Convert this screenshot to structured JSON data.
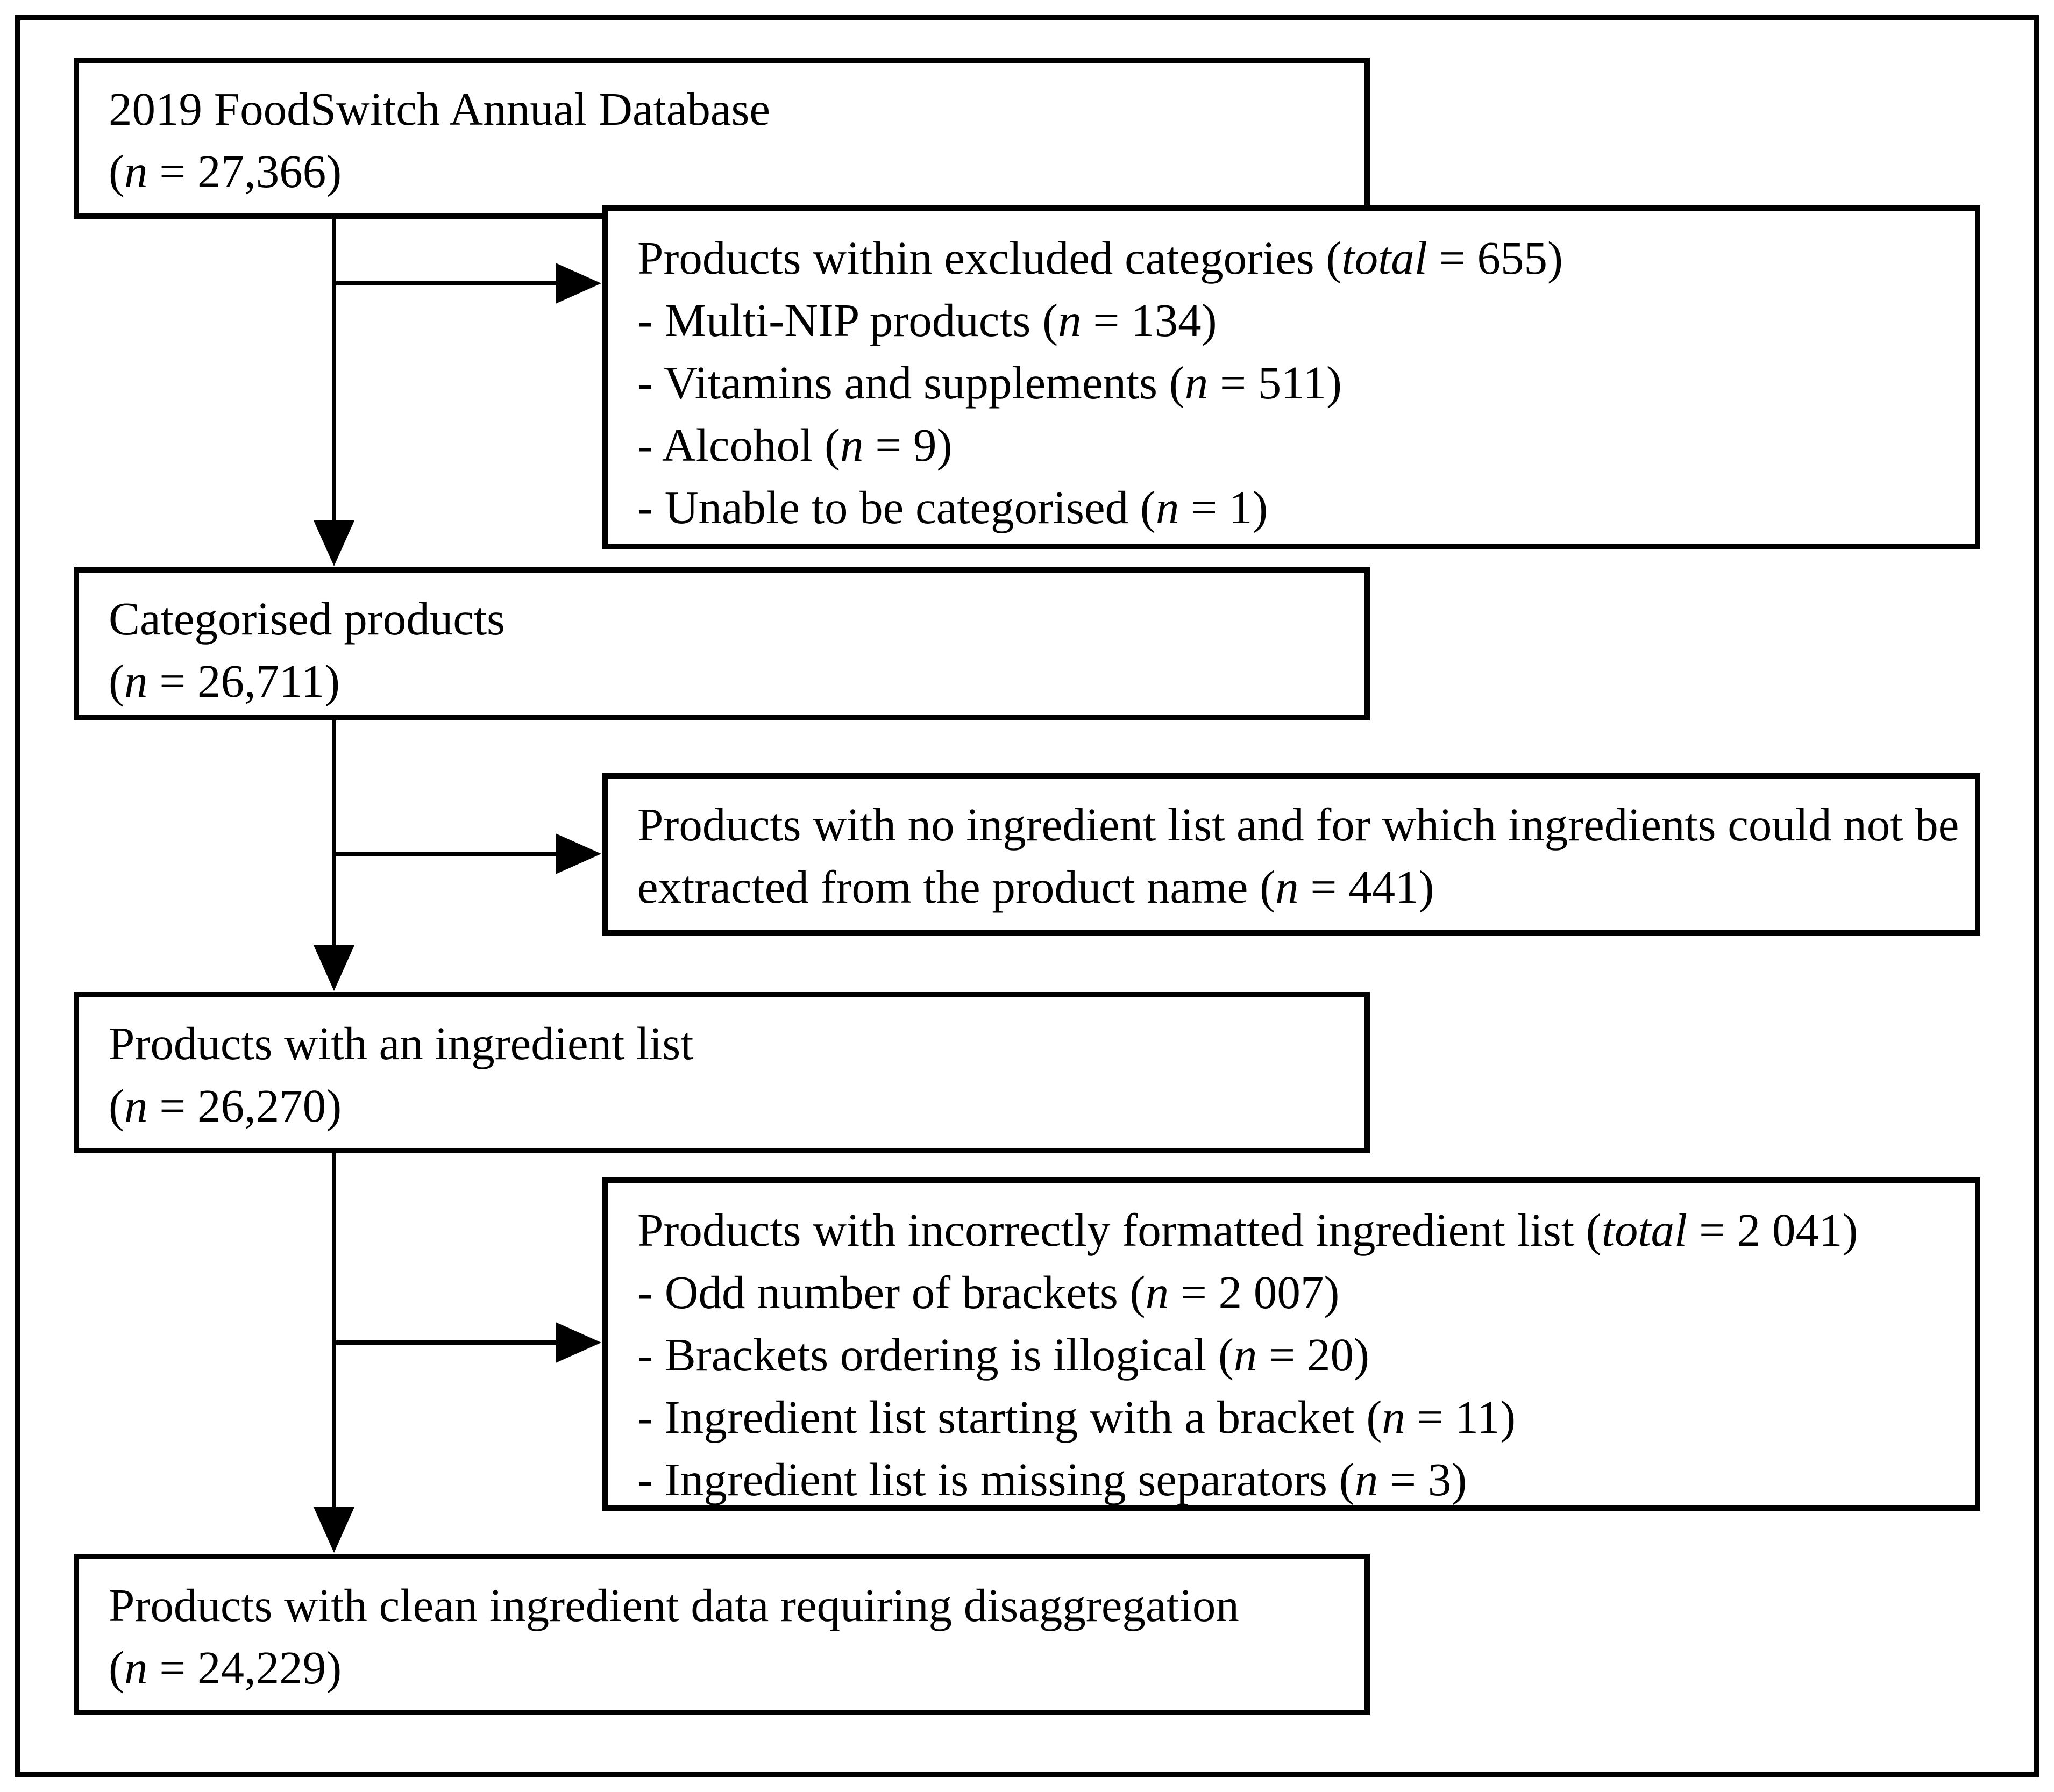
{
  "colors": {
    "line": "#000000",
    "background": "#ffffff"
  },
  "boxes": {
    "database": {
      "lines": [
        {
          "pre": "2019 FoodSwitch Annual Database"
        },
        {
          "pre": "(",
          "var": "n",
          "post": " = 27,366)"
        }
      ]
    },
    "excluded_categories": {
      "lines": [
        {
          "pre": "Products within excluded categories (",
          "var": "total",
          "post": " = 655)"
        },
        {
          "pre": "- Multi-NIP products (",
          "var": "n",
          "post": " = 134)"
        },
        {
          "pre": "- Vitamins and supplements (",
          "var": "n",
          "post": " = 511)"
        },
        {
          "pre": "- Alcohol (",
          "var": "n",
          "post": " = 9)"
        },
        {
          "pre": "- Unable to be categorised (",
          "var": "n",
          "post": " = 1)"
        }
      ]
    },
    "categorised": {
      "lines": [
        {
          "pre": "Categorised products"
        },
        {
          "pre": "(",
          "var": "n",
          "post": " = 26,711)"
        }
      ]
    },
    "no_ingredient_list": {
      "lines": [
        {
          "pre": "Products with no ingredient list and for which ingredients could not be extracted from the product name (",
          "var": "n",
          "post": " = 441)"
        }
      ]
    },
    "ingredient_list": {
      "lines": [
        {
          "pre": "Products with an ingredient list"
        },
        {
          "pre": "(",
          "var": "n",
          "post": " = 26,270)"
        }
      ]
    },
    "incorrect_format": {
      "lines": [
        {
          "pre": "Products with incorrectly formatted ingredient list (",
          "var": "total",
          "post": " = 2 041)"
        },
        {
          "pre": "- Odd number of brackets (",
          "var": "n",
          "post": " = 2 007)"
        },
        {
          "pre": "- Brackets ordering is illogical (",
          "var": "n",
          "post": " = 20)"
        },
        {
          "pre": "- Ingredient list starting with a bracket (",
          "var": "n",
          "post": " = 11)"
        },
        {
          "pre": "- Ingredient list is missing separators (",
          "var": "n",
          "post": " = 3)"
        }
      ]
    },
    "clean_data": {
      "lines": [
        {
          "pre": "Products with clean ingredient data requiring disaggregation"
        },
        {
          "pre": "(",
          "var": "n",
          "post": " = 24,229)"
        }
      ]
    }
  }
}
